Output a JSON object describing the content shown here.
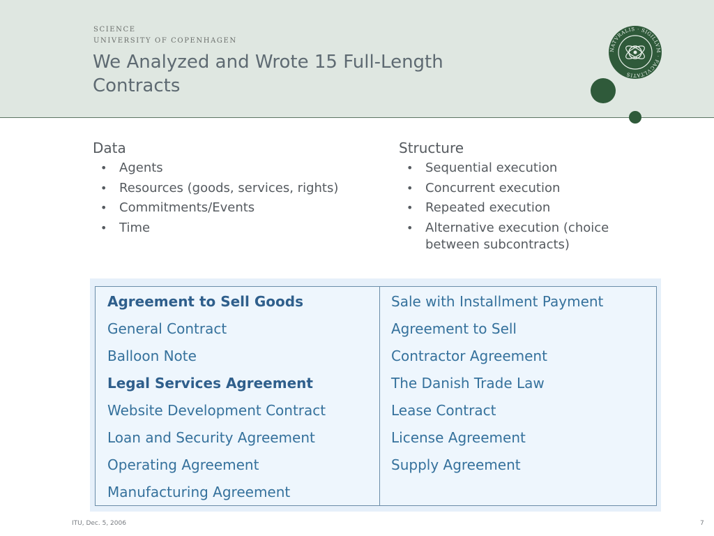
{
  "header": {
    "institution_line1": "SCIENCE",
    "institution_line2": "UNIVERSITY OF COPENHAGEN",
    "title": "We Analyzed and Wrote 15 Full-Length Contracts",
    "seal": {
      "icon": "university-seal-icon",
      "text": "NATVRALIS · SIGILLVM · FACVLTATIS"
    }
  },
  "colors": {
    "header_bg": "#dfe7e1",
    "accent_green": "#2f5a3a",
    "table_text": "#35719c",
    "table_border": "#6a8ca8"
  },
  "left_column": {
    "heading": "Data",
    "items": [
      "Agents",
      "Resources (goods, services, rights)",
      "Commitments/Events",
      "Time"
    ]
  },
  "right_column": {
    "heading": "Structure",
    "items": [
      "Sequential execution",
      "Concurrent execution",
      "Repeated execution",
      "Alternative execution (choice between subcontracts)"
    ]
  },
  "contracts_table": {
    "left": [
      {
        "name": "Agreement to Sell Goods",
        "bold": true
      },
      {
        "name": "General Contract",
        "bold": false
      },
      {
        "name": "Balloon Note",
        "bold": false
      },
      {
        "name": "Legal Services Agreement",
        "bold": true
      },
      {
        "name": "Website Development Contract",
        "bold": false
      },
      {
        "name": "Loan and Security Agreement",
        "bold": false
      },
      {
        "name": "Operating Agreement",
        "bold": false
      },
      {
        "name": "Manufacturing Agreement",
        "bold": false
      }
    ],
    "right": [
      {
        "name": "Sale with Installment Payment",
        "bold": false
      },
      {
        "name": "Agreement to Sell",
        "bold": false
      },
      {
        "name": "Contractor Agreement",
        "bold": false
      },
      {
        "name": "The Danish Trade Law",
        "bold": false
      },
      {
        "name": "Lease Contract",
        "bold": false
      },
      {
        "name": "License Agreement",
        "bold": false
      },
      {
        "name": "Supply Agreement",
        "bold": false
      }
    ]
  },
  "footer": {
    "left": "ITU, Dec. 5, 2006",
    "page_number": "7"
  }
}
